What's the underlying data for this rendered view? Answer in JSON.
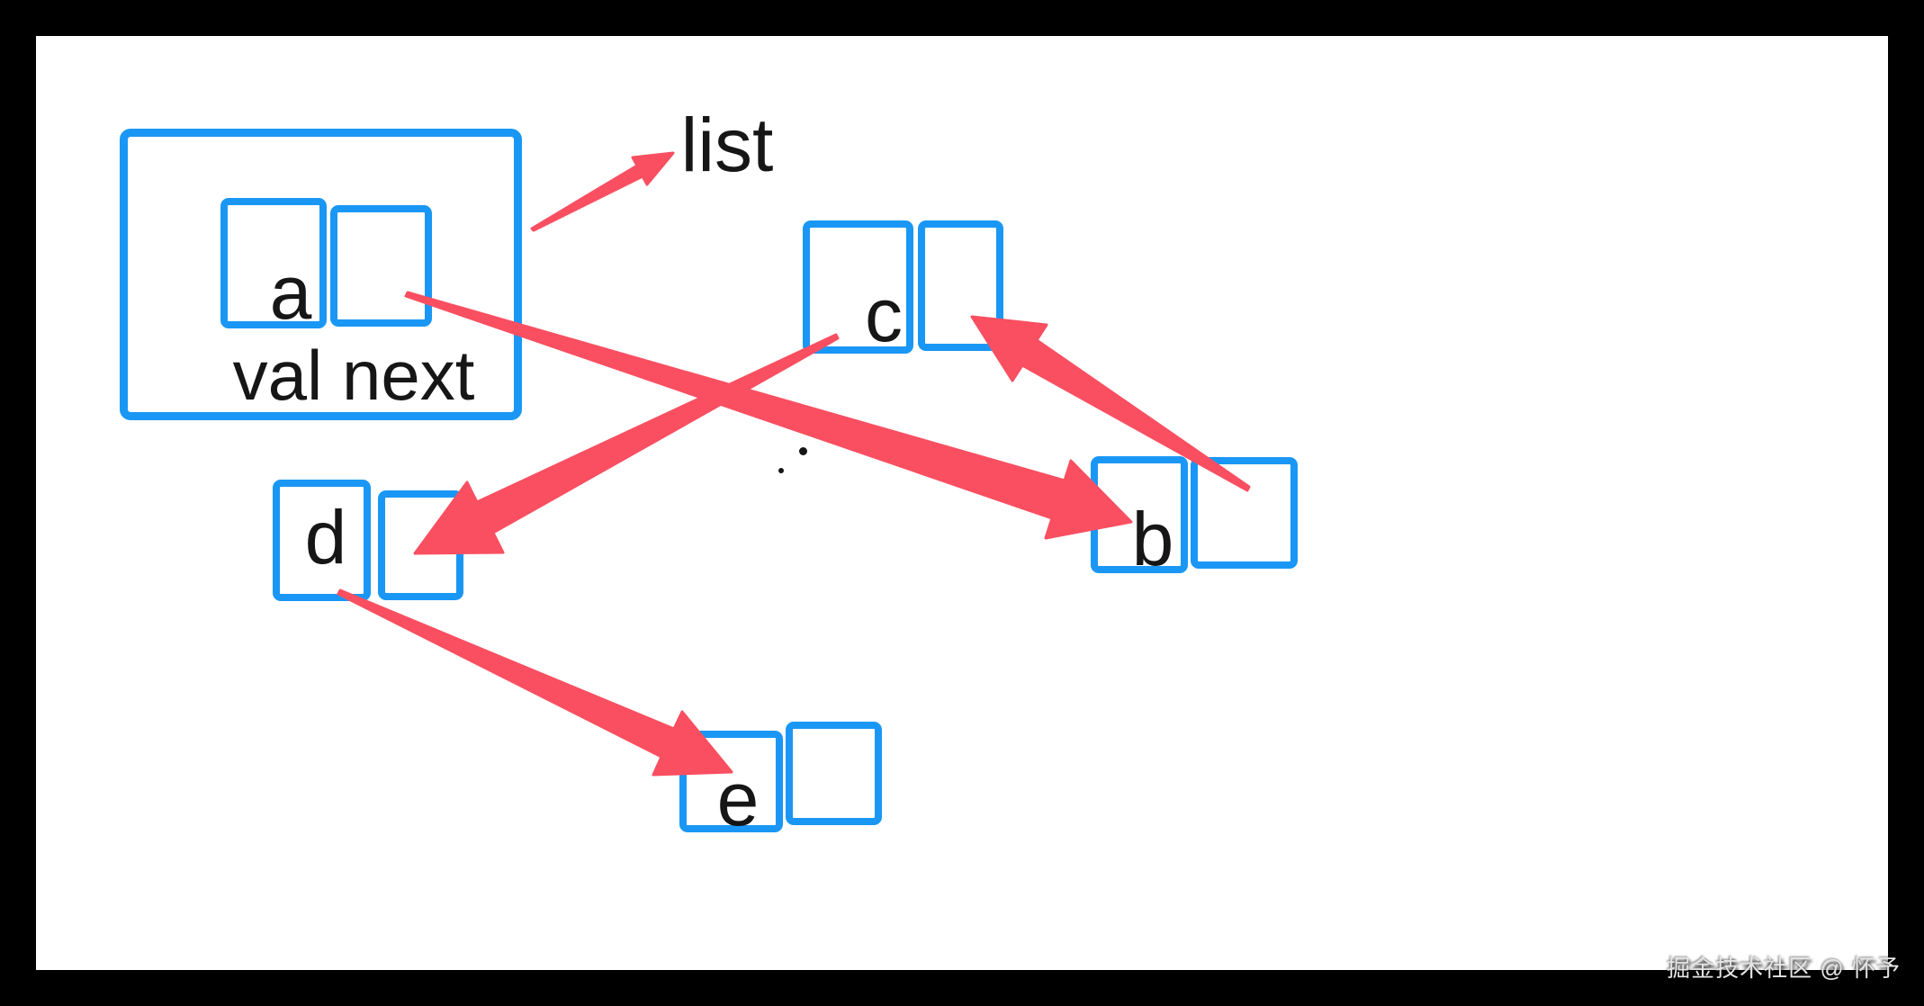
{
  "colors": {
    "frame-bg": "#000000",
    "canvas-bg": "#ffffff",
    "node-border": "#1a97f5",
    "arrow": "#f94f61",
    "ink": "#161616",
    "watermark": "#e5e5e5"
  },
  "diagram": {
    "pointer_label": "list",
    "field_labels": "val next",
    "nodes": [
      {
        "id": "a",
        "value": "a"
      },
      {
        "id": "b",
        "value": "b"
      },
      {
        "id": "c",
        "value": "c"
      },
      {
        "id": "d",
        "value": "d"
      },
      {
        "id": "e",
        "value": "e"
      }
    ],
    "edges": [
      {
        "from": "list-label",
        "to": "list-head-box"
      },
      {
        "from": "a.next",
        "to": "b"
      },
      {
        "from": "b.next",
        "to": "c"
      },
      {
        "from": "c.next",
        "to": "d"
      },
      {
        "from": "d.next",
        "to": "e"
      }
    ]
  },
  "watermark": {
    "text": "掘金技术社区 @ 怀予"
  }
}
